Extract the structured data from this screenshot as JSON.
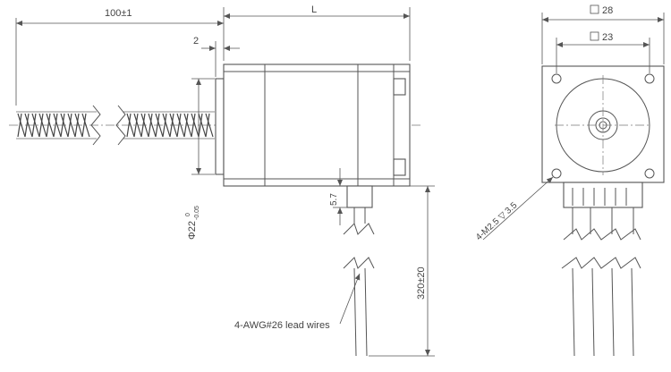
{
  "dimensions": {
    "shaft_length": "100±1",
    "motor_length": "L",
    "flange_step": "2",
    "flange_square": "28",
    "hole_square": "23",
    "diameter_main": "Φ22",
    "diameter_tol_upper": "0",
    "diameter_tol_lower": "-0.05",
    "connector_height": "5.7",
    "lead_length": "320±20",
    "mount_holes": "4-M2.5",
    "hole_depth": "3.5"
  },
  "labels": {
    "lead_wires": "4-AWG#26 lead wires"
  }
}
